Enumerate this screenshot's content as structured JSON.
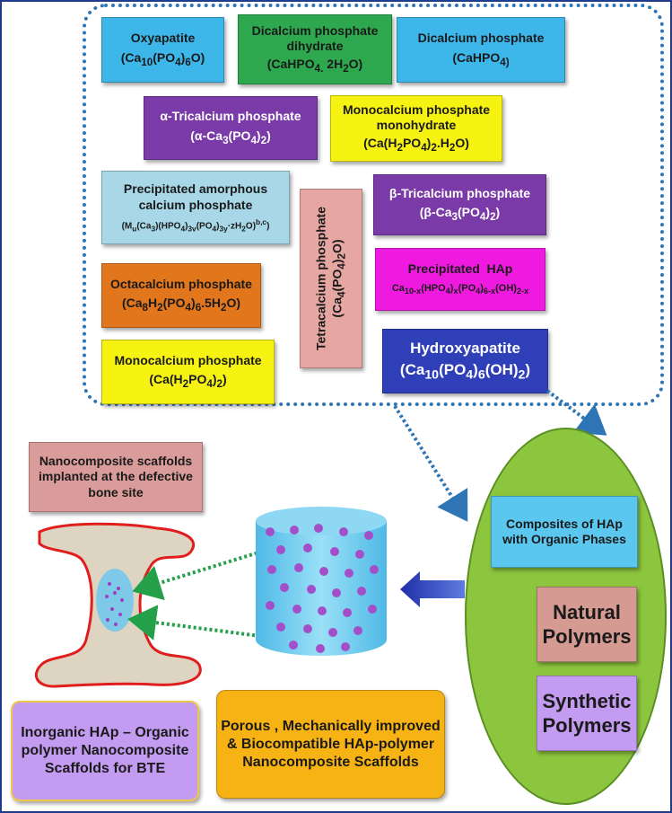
{
  "phosphates": {
    "oxyapatite": {
      "name": "Oxyapatite",
      "formula": "(Ca10(PO4)6O)"
    },
    "dcpd": {
      "name": "Dicalcium phosphate dihydrate",
      "formula": "(CaHPO4. 2H2O)"
    },
    "dcp": {
      "name": "Dicalcium phosphate",
      "formula": "(CaHPO4)"
    },
    "atcp": {
      "name": "α-Tricalcium phosphate",
      "formula": "(α-Ca3(PO4)2)"
    },
    "mcpm": {
      "name": "Monocalcium phosphate monohydrate",
      "formula": "(Ca(H2PO4)2.H2O)"
    },
    "acp": {
      "name": "Precipitated amorphous calcium phosphate",
      "formula": "(Mu(Ca3)(HPO4)3v(PO4)3y·zH2O)b,c)"
    },
    "ttcp": {
      "name": "Tetracalcium phosphate",
      "formula": "(Ca4(PO4)2O)"
    },
    "btcp": {
      "name": "β-Tricalcium phosphate",
      "formula": "(β-Ca3(PO4)2)"
    },
    "ocp": {
      "name": "Octacalcium phosphate",
      "formula": "(Ca8H2(PO4)6.5H2O)"
    },
    "phap": {
      "name": "Precipitated HAp",
      "formula": "Ca10-x(HPO4)x(PO4)6-x(OH)2-x"
    },
    "mcp": {
      "name": "Monocalcium phosphate",
      "formula": "(Ca(H2PO4)2)"
    },
    "hap": {
      "name": "Hydroxyapatite",
      "formula": "(Ca10(PO4)6(OH)2)"
    }
  },
  "implant_label": "Nanocomposite scaffolds implanted at the defective bone site",
  "composites": {
    "title": "Composites of HAp with Organic Phases",
    "natural": "Natural Polymers",
    "synthetic": "Synthetic Polymers"
  },
  "bottom_left": "Inorganic HAp – Organic polymer Nanocomposite Scaffolds for BTE",
  "bottom_center": "Porous , Mechanically improved & Biocompatible HAp-polymer Nanocomposite Scaffolds",
  "colors": {
    "ellipse": "#8cc63e",
    "scaffold": "#7fd3f3",
    "particle": "#a34fc9",
    "arrow": "#2e75b6"
  }
}
